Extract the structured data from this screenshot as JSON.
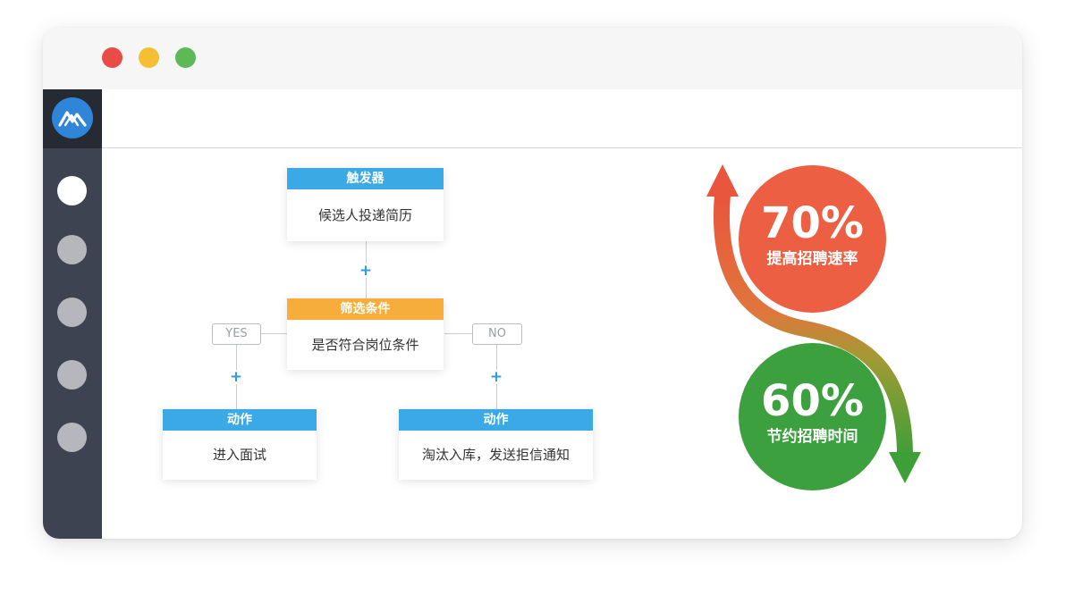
{
  "window": {
    "controls": [
      "close",
      "minimize",
      "maximize"
    ],
    "colors": {
      "close": "#e94b47",
      "minimize": "#f4bf32",
      "maximize": "#5db955"
    }
  },
  "sidebar": {
    "logo_icon": "mountain-logo-icon",
    "items": [
      {
        "icon": "nav-dot",
        "active": true
      },
      {
        "icon": "nav-dot",
        "active": false
      },
      {
        "icon": "nav-dot",
        "active": false
      },
      {
        "icon": "nav-dot",
        "active": false
      },
      {
        "icon": "nav-dot",
        "active": false
      }
    ]
  },
  "workflow": {
    "trigger": {
      "header": "触发器",
      "body": "候选人投递简历"
    },
    "condition": {
      "header": "筛选条件",
      "body": "是否符合岗位条件"
    },
    "yes_label": "YES",
    "no_label": "NO",
    "action_yes": {
      "header": "动作",
      "body": "进入面试"
    },
    "action_no": {
      "header": "动作",
      "body": "淘汰入库，发送拒信通知"
    },
    "plus_symbol": "+",
    "colors": {
      "header_blue": "#3aa9e6",
      "header_orange": "#f6ad3b",
      "plus": "#2f9be0"
    }
  },
  "stats": [
    {
      "value": "70%",
      "label": "提高招聘速率",
      "color": "#ec5f42"
    },
    {
      "value": "60%",
      "label": "节约招聘时间",
      "color": "#3ba03d"
    }
  ]
}
